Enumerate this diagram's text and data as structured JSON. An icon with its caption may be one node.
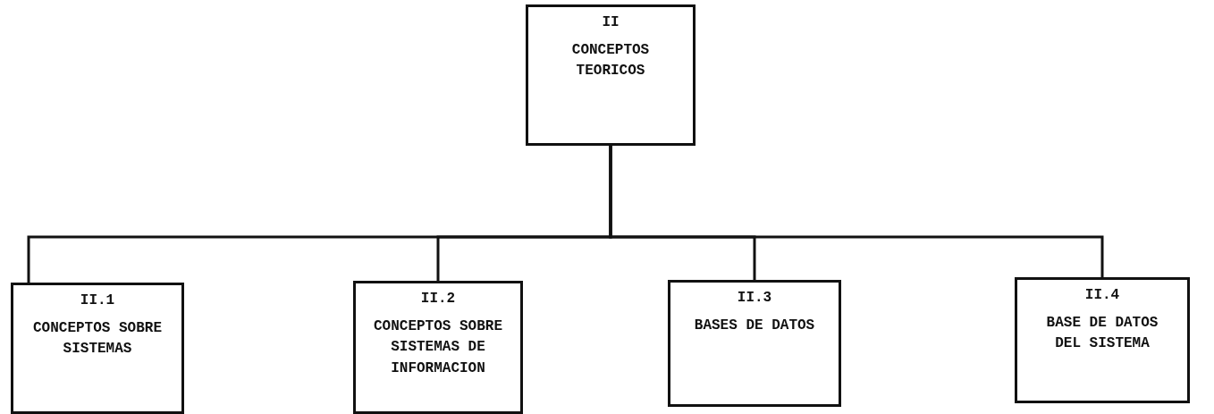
{
  "diagram": {
    "nodes": [
      {
        "text": [
          "II",
          "CONCEPTOS TEORICOS"
        ]
      },
      {
        "text": [
          "II.1",
          "CONCEPTOS SOBRE SISTEMAS"
        ]
      },
      {
        "text": [
          "II.2",
          "CONCEPTOS SOBRE SISTEMAS DE INFORMACION"
        ]
      },
      {
        "text": [
          "II.3",
          "BASES DE DATOS"
        ]
      },
      {
        "text": [
          "II.4",
          "BASE DE DATOS DEL SISTEMA"
        ]
      }
    ],
    "edges": [
      {
        "from": 0,
        "to": 1,
        "arrow": "none"
      },
      {
        "from": 0,
        "to": 2,
        "arrow": "none"
      },
      {
        "from": 0,
        "to": 3,
        "arrow": "none"
      },
      {
        "from": 0,
        "to": 4,
        "arrow": "none"
      }
    ]
  }
}
